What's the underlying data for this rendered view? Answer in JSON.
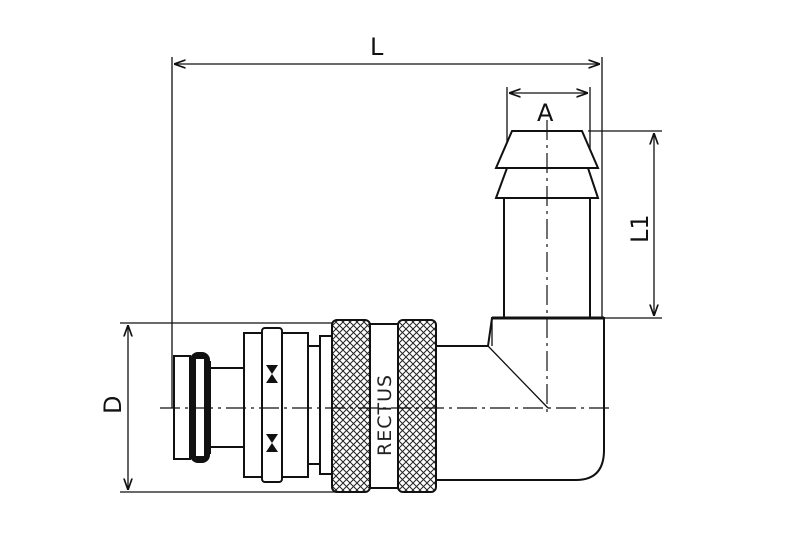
{
  "dimensions": {
    "overall_length": "L",
    "hose_tail_diameter": "A",
    "hose_tail_length": "L1",
    "body_diameter": "D"
  },
  "brand": {
    "name": "RECTUS"
  },
  "colors": {
    "line": "#111111",
    "fill": "#ffffff"
  }
}
